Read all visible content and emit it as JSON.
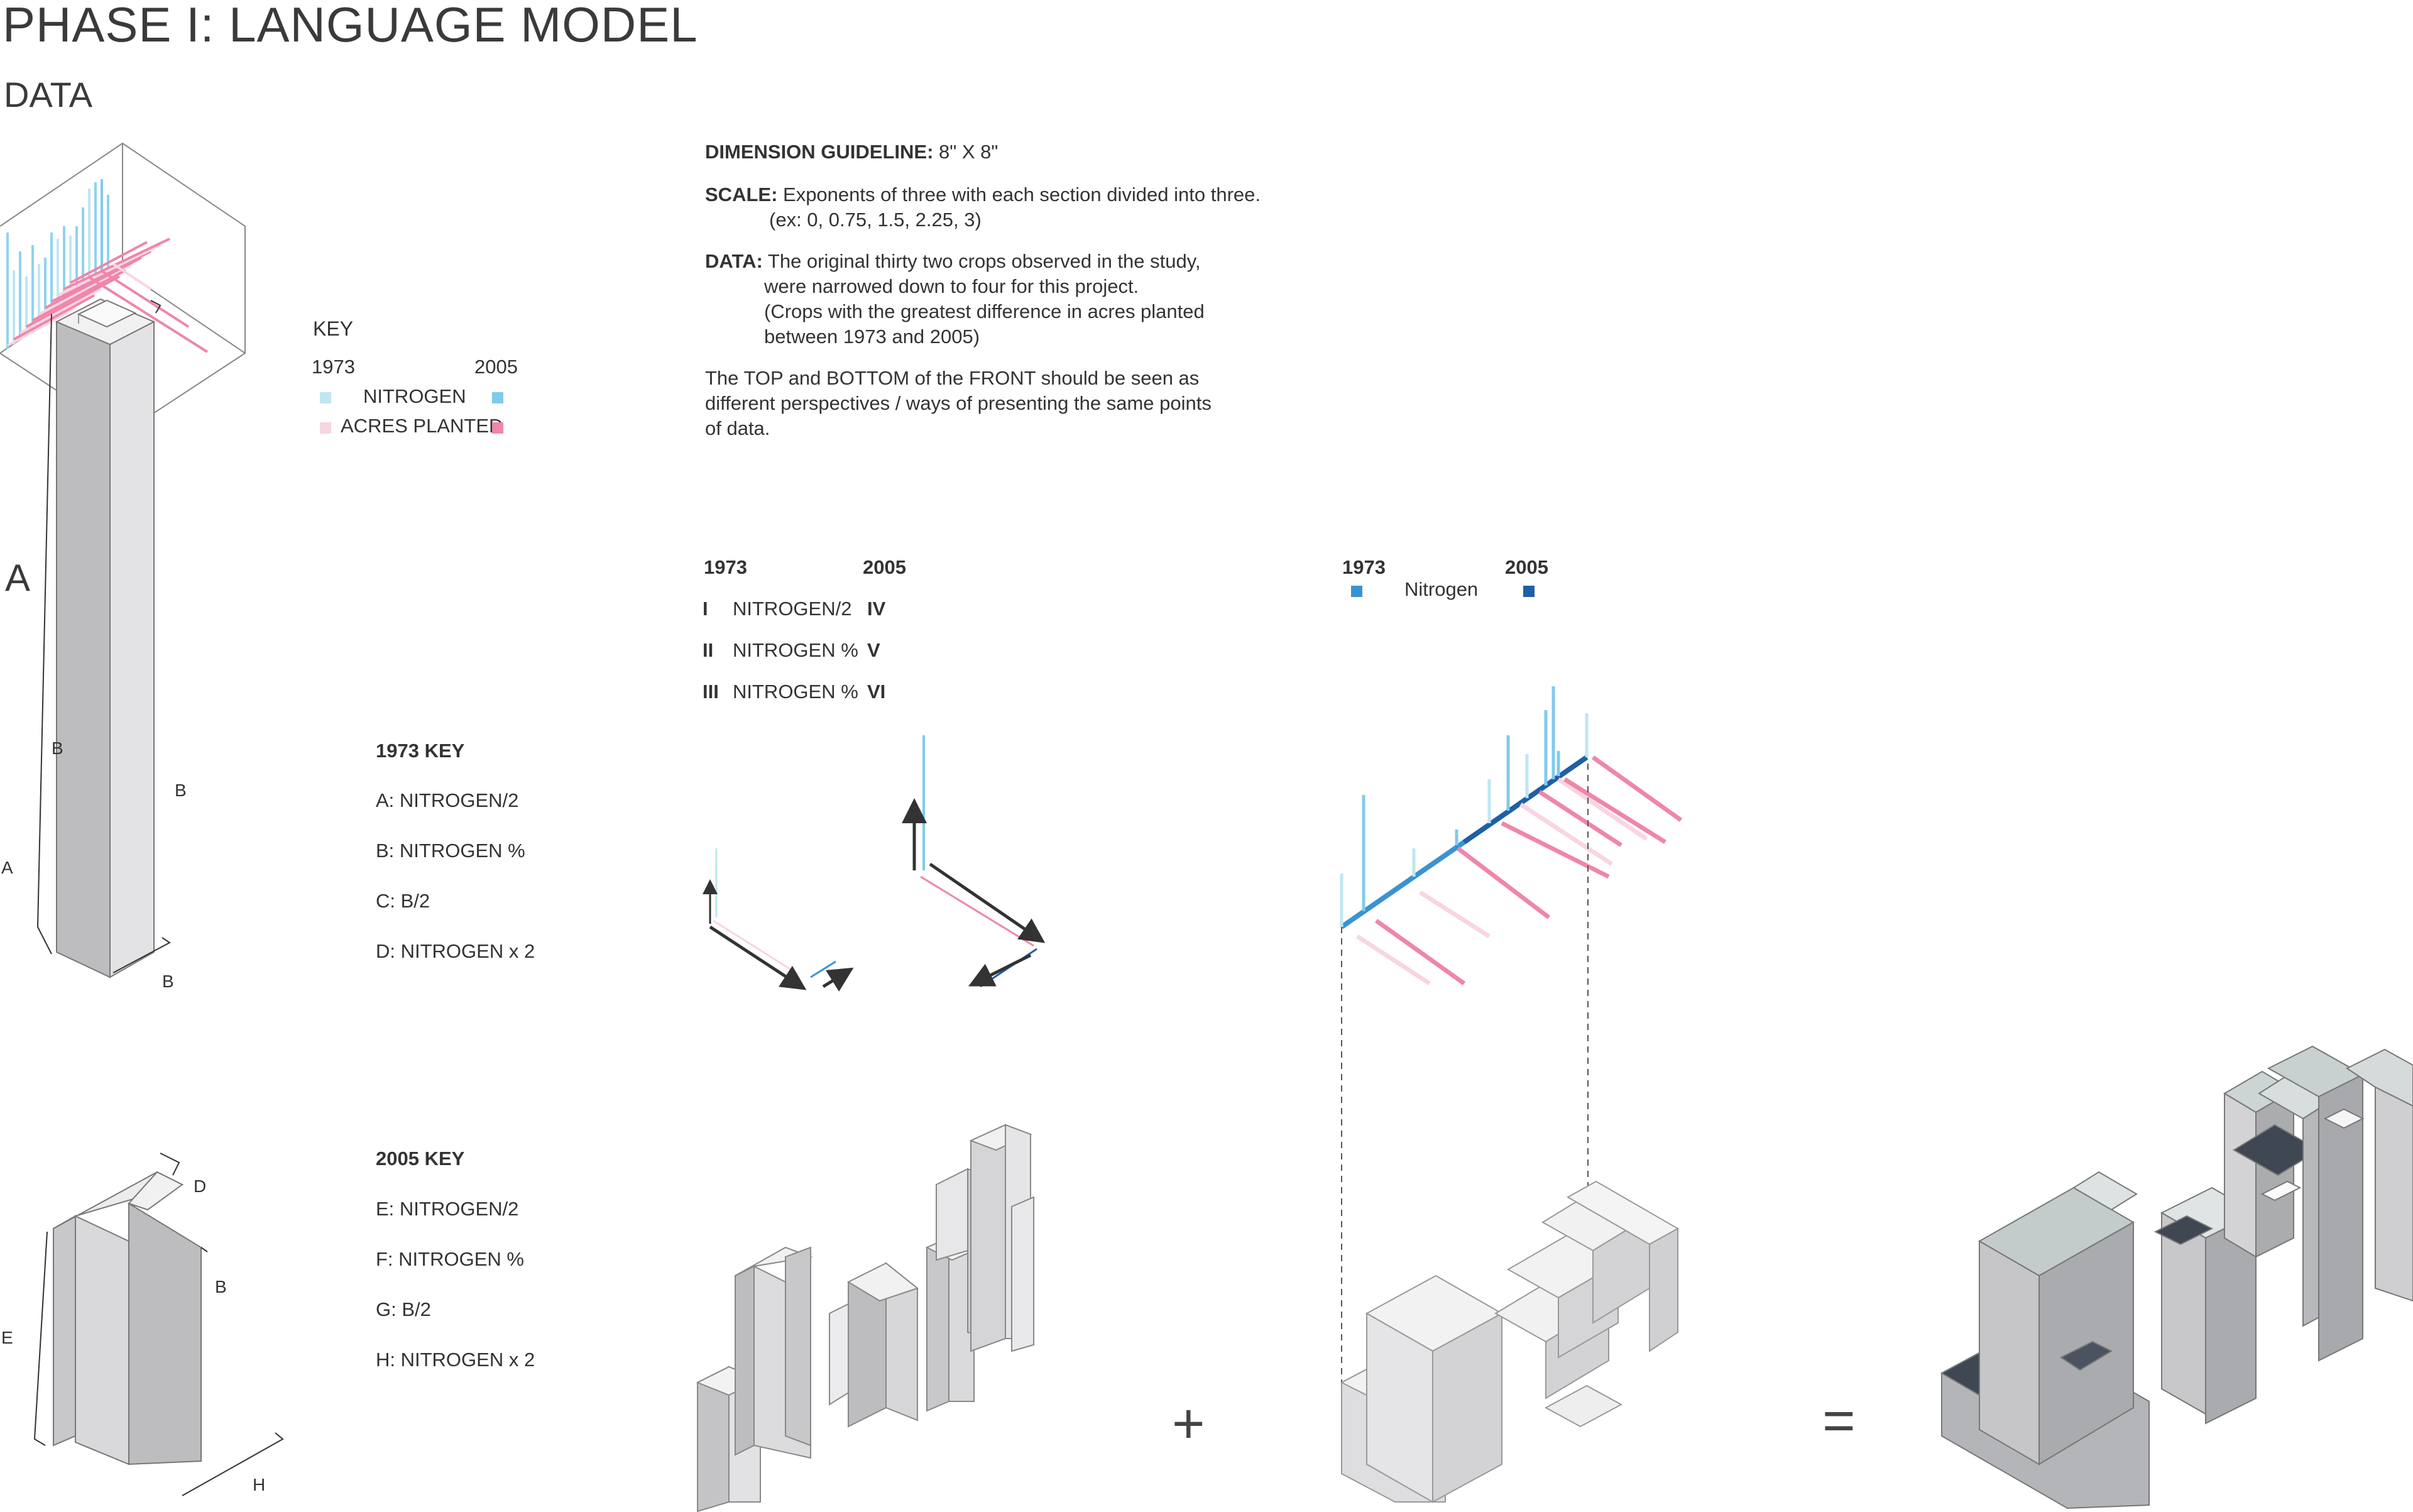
{
  "header": {
    "title": "PHASE I: LANGUAGE MODEL",
    "subtitle": "DATA",
    "section_a": "A"
  },
  "key": {
    "title": "KEY",
    "year_1973": "1973",
    "year_2005": "2005",
    "nitrogen": "NITROGEN",
    "acres_planted": "ACRES PLANTED",
    "colors": {
      "nitrogen_1973": "#bfe6f2",
      "nitrogen_2005": "#7fcbec",
      "acres_1973": "#f8d5e2",
      "acres_2005": "#ef86aa"
    }
  },
  "guidelines": {
    "dimension_label": "DIMENSION GUIDELINE:",
    "dimension_value": "8\" X 8\"",
    "scale_label": "SCALE:",
    "scale_line1": "Exponents of three with each section divided into three.",
    "scale_line2": "(ex: 0, 0.75, 1.5, 2.25, 3)",
    "data_label": "DATA:",
    "data_line1": "The original thirty two crops observed in the study,",
    "data_line2": "were narrowed down to four for this project.",
    "data_line3": "(Crops with the greatest difference in acres planted",
    "data_line4": "between 1973 and 2005)",
    "note_line1": "The TOP and BOTTOM of the FRONT should be seen as",
    "note_line2": "different perspectives / ways of presenting the same points",
    "note_line3": "of data."
  },
  "roman_table": {
    "year_1973": "1973",
    "year_2005": "2005",
    "rows": [
      {
        "left": "I",
        "label": "NITROGEN/2",
        "right": "IV"
      },
      {
        "left": "II",
        "label": "NITROGEN %",
        "right": "V"
      },
      {
        "left": "III",
        "label": "NITROGEN %",
        "right": "VI"
      }
    ]
  },
  "nitrogen_legend": {
    "year_1973": "1973",
    "year_2005": "2005",
    "label": "Nitrogen",
    "color_1973": "#3a93d1",
    "color_2005": "#1f5fa8"
  },
  "key_1973": {
    "title": "1973 KEY",
    "items": [
      "A: NITROGEN/2",
      "B: NITROGEN %",
      "C: B/2",
      "D: NITROGEN x 2"
    ]
  },
  "key_2005": {
    "title": "2005 KEY",
    "items": [
      "E: NITROGEN/2",
      "F: NITROGEN %",
      "G: B/2",
      "H: NITROGEN x 2"
    ]
  },
  "dimension_labels": {
    "top_b1": "B",
    "top_b2": "B",
    "top_a": "A",
    "top_b3": "B",
    "bottom_d": "D",
    "bottom_b": "B",
    "bottom_e": "E",
    "bottom_h": "H"
  },
  "operators": {
    "plus": "+",
    "equals": "="
  }
}
